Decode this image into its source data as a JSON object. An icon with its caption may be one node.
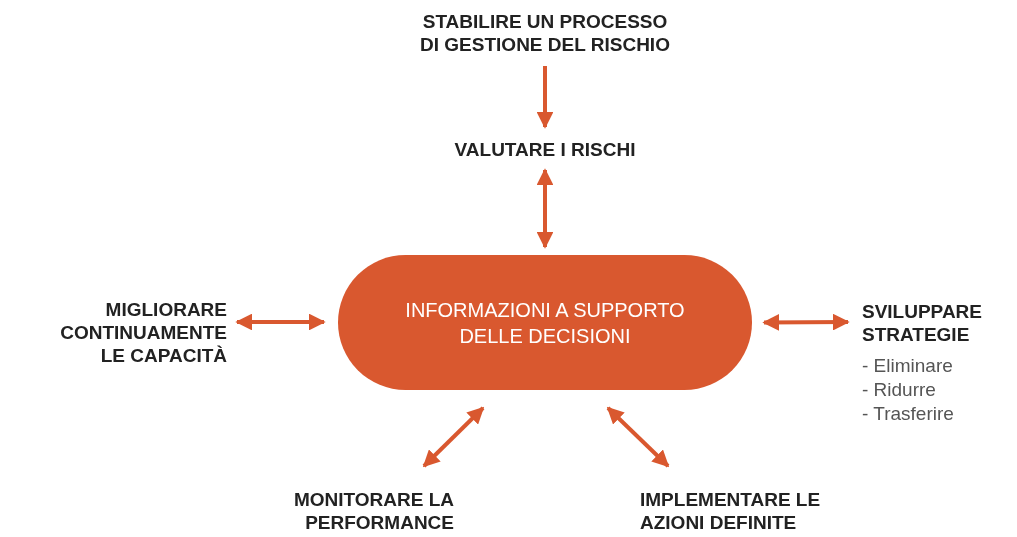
{
  "diagram": {
    "nodes": [
      {
        "text": [
          "STABILIRE UN PROCESSO DI GESTIONE DEL RISCHIO"
        ]
      },
      {
        "text": [
          "VALUTARE I RISCHI"
        ]
      },
      {
        "text": [
          "INFORMAZIONI A SUPPORTO DELLE DECISIONI"
        ]
      },
      {
        "text": [
          "MIGLIORARE CONTINUAMENTE LE CAPACITÀ"
        ]
      },
      {
        "text": [
          "SVILUPPARE STRATEGIE",
          "- Eliminare",
          "- Ridurre",
          "- Trasferire"
        ]
      },
      {
        "text": [
          "MONITORARE LA PERFORMANCE"
        ]
      },
      {
        "text": [
          "IMPLEMENTARE LE AZIONI DEFINITE"
        ]
      }
    ],
    "edges": [
      {
        "from": 0,
        "to": 1,
        "arrow": "to"
      },
      {
        "from": 1,
        "to": 2,
        "arrow": "both"
      },
      {
        "from": 3,
        "to": 2,
        "arrow": "both"
      },
      {
        "from": 2,
        "to": 4,
        "arrow": "both"
      },
      {
        "from": 2,
        "to": 5,
        "arrow": "both"
      },
      {
        "from": 2,
        "to": 6,
        "arrow": "both"
      }
    ]
  }
}
